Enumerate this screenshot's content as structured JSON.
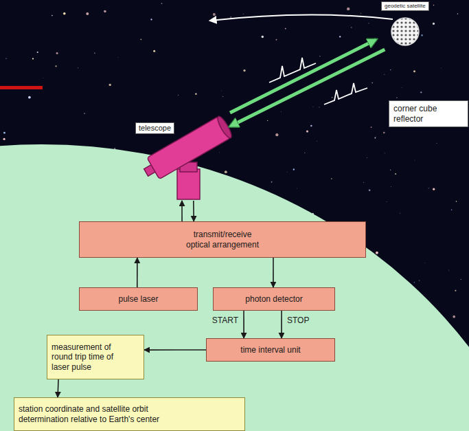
{
  "diagram": {
    "nodes": [
      {
        "text": [
          "geodetic satellite"
        ]
      },
      {
        "text": [
          "corner cube reflector"
        ]
      },
      {
        "text": [
          "telescope"
        ]
      },
      {
        "text": [
          "transmit/receive optical arrangement"
        ]
      },
      {
        "text": [
          "pulse laser"
        ]
      },
      {
        "text": [
          "photon detector"
        ]
      },
      {
        "text": [
          "time interval unit"
        ]
      },
      {
        "text": [
          "measurement of round trip time of laser pulse"
        ]
      },
      {
        "text": [
          "station coordinate and satellite orbit determination relative to Earth's center"
        ]
      }
    ],
    "edges": [
      {
        "from": 3,
        "to": 2,
        "arrow": "to"
      },
      {
        "from": 2,
        "to": 3,
        "arrow": "to"
      },
      {
        "from": 4,
        "to": 3,
        "arrow": "to"
      },
      {
        "from": 3,
        "to": 5,
        "arrow": "to"
      },
      {
        "from": 5,
        "to": 6,
        "label": "START",
        "arrow": "to"
      },
      {
        "from": 5,
        "to": 6,
        "label": "STOP",
        "arrow": "to"
      },
      {
        "from": 6,
        "to": 7,
        "arrow": "to"
      },
      {
        "from": 7,
        "to": 8,
        "arrow": "to"
      },
      {
        "from": 2,
        "to": 0,
        "arrow": "to"
      },
      {
        "from": 0,
        "to": 2,
        "arrow": "to"
      }
    ]
  }
}
